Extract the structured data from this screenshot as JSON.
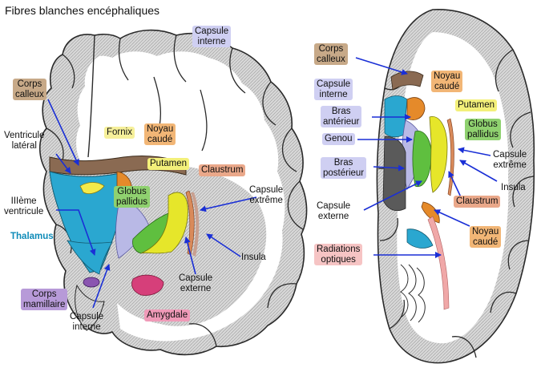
{
  "title": "Fibres blanches encéphaliques",
  "colors": {
    "corps_calleux": "#8a6a52",
    "fornix": "#f3ea4a",
    "noyau_caude": "#e58a2a",
    "putamen": "#e6e62a",
    "globus_pallidus": "#5fbf3f",
    "claustrum": "#d98a5a",
    "thalamus": "#2aa7d0",
    "ventricule": "#2aa7d0",
    "amygdale": "#d63f7a",
    "corps_mamillaire": "#8a55b0",
    "capsule": "#7a7ac8",
    "radiations": "#f0a8a8",
    "arrow": "#1a2fd6",
    "brain_gray": "#8f8f8f"
  },
  "left_labels": {
    "corps_calleux": "Corps\ncalleux",
    "ventricule_lateral": "Ventricule\nlatéral",
    "troisieme_ventricule": "IIIème\nventricule",
    "thalamus": "Thalamus",
    "corps_mamillaire": "Corps\nmamillaire",
    "capsule_interne_bottom": "Capsule\ninterne",
    "capsule_interne_top": "Capsule\ninterne",
    "fornix": "Fornix",
    "noyau_caude": "Noyau\ncaudé",
    "putamen": "Putamen",
    "claustrum": "Claustrum",
    "globus_pallidus": "Globus\npallidus",
    "capsule_extreme": "Capsule\nextrême",
    "insula": "Insula",
    "capsule_externe": "Capsule\nexterne",
    "amygdale": "Amygdale"
  },
  "right_labels": {
    "corps_calleux": "Corps\ncalleux",
    "noyau_caude_top": "Noyau\ncaudé",
    "capsule_interne": "Capsule\ninterne",
    "putamen": "Putamen",
    "bras_anterieur": "Bras\nantérieur",
    "globus_pallidus": "Globus\npallidus",
    "genou": "Genou",
    "capsule_extreme": "Capsule\nextrême",
    "bras_posterieur": "Bras\npostérieur",
    "insula": "Insula",
    "capsule_externe": "Capsule\nexterne",
    "claustrum": "Claustrum",
    "noyau_caude_bottom": "Noyau\ncaudé",
    "radiations_optiques": "Radiations\noptiques"
  }
}
